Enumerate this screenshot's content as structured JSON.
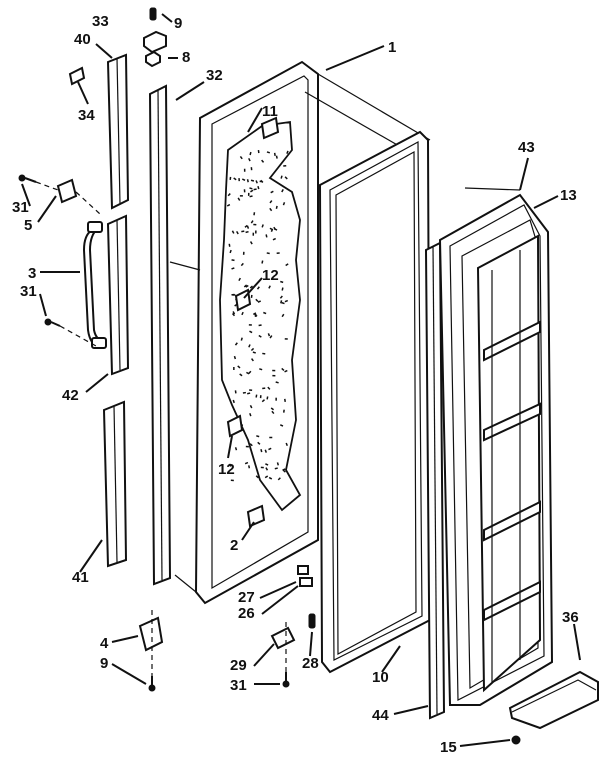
{
  "labels": {
    "p1": "1",
    "p2": "2",
    "p3": "3",
    "p4": "4",
    "p5": "5",
    "p8": "8",
    "p9_top": "9",
    "p9_bottom": "9",
    "p10": "10",
    "p11": "11",
    "p12_upper": "12",
    "p12_lower": "12",
    "p13": "13",
    "p15": "15",
    "p26": "26",
    "p27": "27",
    "p28": "28",
    "p29": "29",
    "p31_upper": "31",
    "p31_mid": "31",
    "p31_bottom": "31",
    "p32": "32",
    "p33": "33",
    "p34": "34",
    "p36": "36",
    "p40": "40",
    "p41": "41",
    "p42": "42",
    "p43": "43",
    "p44": "44"
  }
}
